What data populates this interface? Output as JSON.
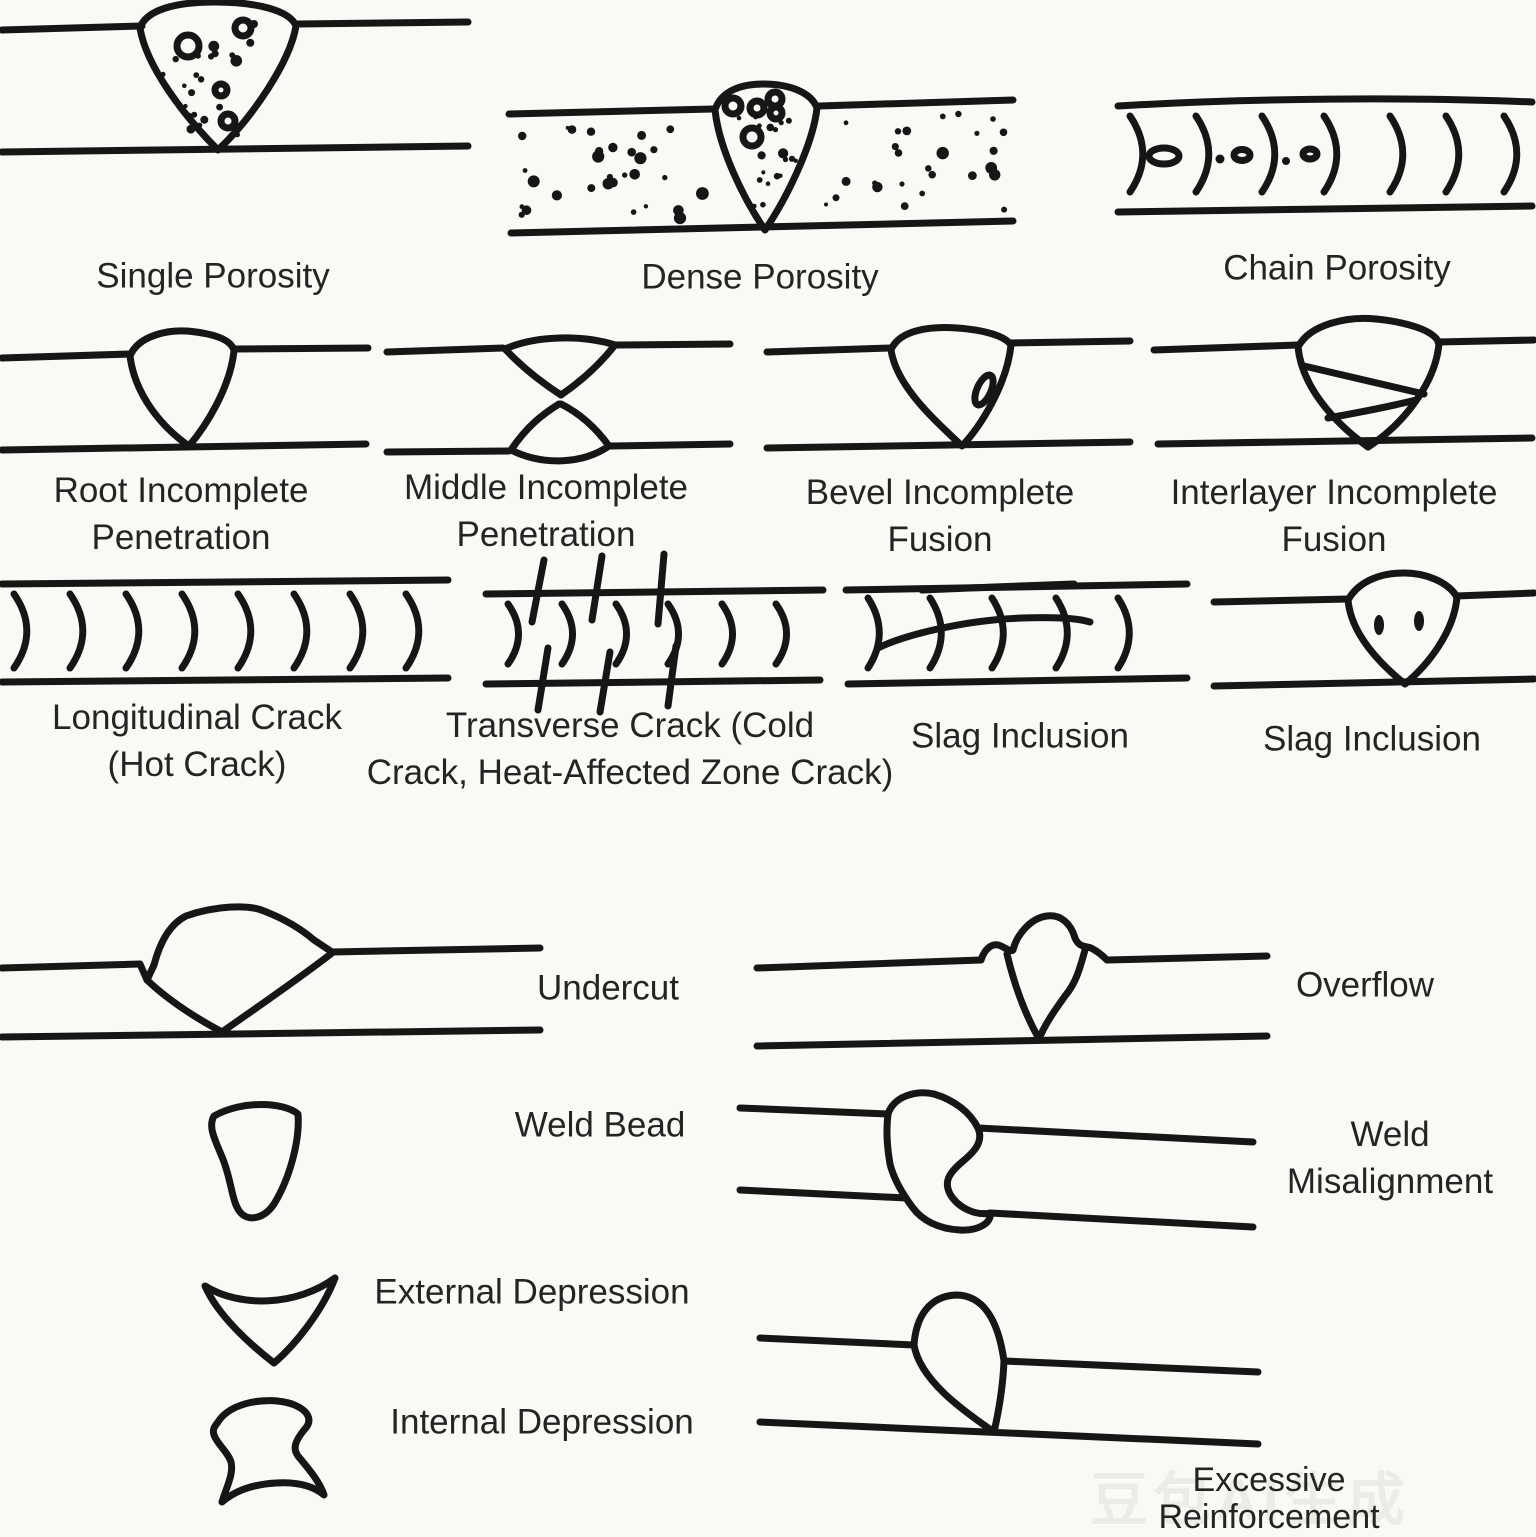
{
  "page": {
    "background": "#faf9f5",
    "ink": "#161616",
    "text_color": "#242424"
  },
  "watermark": "豆包AI生成",
  "figures": {
    "single_porosity": {
      "label": "Single Porosity"
    },
    "dense_porosity": {
      "label": "Dense Porosity"
    },
    "chain_porosity": {
      "label": "Chain Porosity"
    },
    "root_incomplete_penetration": {
      "label": "Root Incomplete\nPenetration"
    },
    "middle_incomplete_penetration": {
      "label": "Middle Incomplete\nPenetration"
    },
    "bevel_incomplete_fusion": {
      "label": "Bevel Incomplete\nFusion"
    },
    "interlayer_incomplete_fusion": {
      "label": "Interlayer Incomplete\nFusion"
    },
    "longitudinal_crack": {
      "label": "Longitudinal Crack\n(Hot Crack)"
    },
    "transverse_crack": {
      "label": "Transverse Crack (Cold\nCrack, Heat-Affected Zone Crack)"
    },
    "slag_inclusion_band": {
      "label": "Slag Inclusion"
    },
    "slag_inclusion_spots": {
      "label": "Slag Inclusion"
    },
    "undercut": {
      "label": "Undercut"
    },
    "overflow": {
      "label": "Overflow"
    },
    "weld_bead": {
      "label": "Weld Bead"
    },
    "weld_misalignment": {
      "label": "Weld\nMisalignment"
    },
    "external_depression": {
      "label": "External Depression"
    },
    "internal_depression": {
      "label": "Internal Depression"
    },
    "excessive_reinforcement": {
      "label": "Excessive\nReinforcement"
    }
  }
}
